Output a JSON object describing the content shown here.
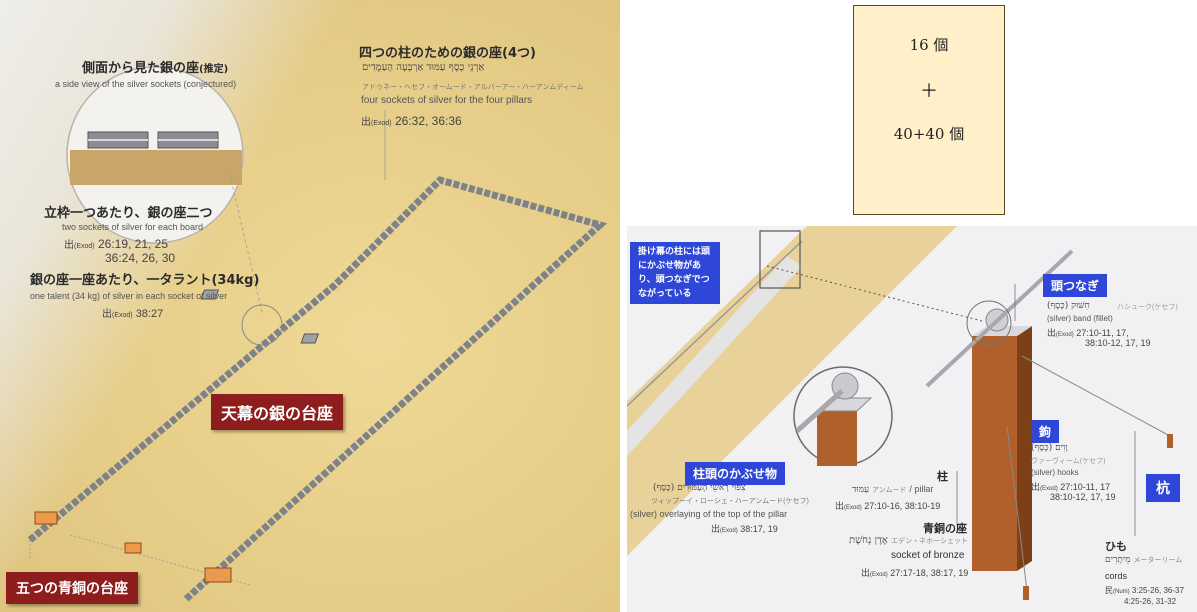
{
  "left_panel": {
    "side_view_title": "側面から見た銀の座",
    "side_view_note": "(推定)",
    "side_view_en": "a side view of the silver sockets (conjectured)",
    "four_sockets_title": "四つの柱のための銀の座(4つ)",
    "four_sockets_hebrew": "אַרְנֵי כֶסֶף עַמּוּד אַרְבָּעָה הָעַמֻּדִים",
    "four_sockets_reading": "アドゥネー・ヘセフ・オームード・アルバーアー・ハーアンムディーム",
    "four_sockets_en": "four sockets of silver for the four pillars",
    "four_sockets_ref_prefix": "出",
    "four_sockets_ref_book": "(Exod)",
    "four_sockets_ref": "26:32, 36:36",
    "two_sockets_title": "立枠一つあたり、銀の座二つ",
    "two_sockets_en": "two sockets of silver for each board",
    "two_sockets_ref_prefix": "出",
    "two_sockets_ref_book": "(Exod)",
    "two_sockets_ref_1": "26:19, 21, 25",
    "two_sockets_ref_2": "36:24, 26, 30",
    "talent_title": "銀の座一座あたり、一タラント(34kg)",
    "talent_en": "one talent (34 kg) of silver in each socket of silver",
    "talent_ref_prefix": "出",
    "talent_ref_book": "(Exod)",
    "talent_ref": "38:27",
    "silver_base_label": "天幕の銀の台座",
    "bronze_base_label": "五つの青銅の台座"
  },
  "count_box": {
    "line1": "16 個",
    "plus": "＋",
    "line2": "40+40 個"
  },
  "right_panel": {
    "intro_label": "掛け幕の柱には頭にかぶせ物があり、頭つなぎでつながっている",
    "band_label": "頭つなぎ",
    "band_hebrew": "חִשּׁוּק (כֶּסֶף)",
    "band_reading": "ハシューク(ケセフ)",
    "band_en": "(silver) band (fillet)",
    "band_ref_prefix": "出",
    "band_ref_book": "(Exod)",
    "band_ref_1": "27:10-11, 17,",
    "band_ref_2": "38:10-12, 17, 19",
    "hooks_label": "鉤",
    "hooks_hebrew": "וָוִים (כֶּסֶף)",
    "hooks_reading": "ヴァーヴィーム(ケセフ)",
    "hooks_en": "(silver) hooks",
    "hooks_ref_prefix": "出",
    "hooks_ref_book": "(Exod)",
    "hooks_ref_1": "27:10-11, 17",
    "hooks_ref_2": "38:10-12, 17, 19",
    "peg_label": "杭",
    "capital_label": "柱頭のかぶせ物",
    "capital_hebrew": "צִפּוּי רָאשֵׁי הָעַמּוּדִים (כֶּסֶף)",
    "capital_reading": "ツィップーイ・ローシェ・ハーアンムード(ケセフ)",
    "capital_en": "(silver) overlaying of the top of the pillar",
    "capital_ref_prefix": "出",
    "capital_ref_book": "(Exod)",
    "capital_ref": "38:17, 19",
    "pillar_label": "柱",
    "pillar_hebrew": "עַמּוּד",
    "pillar_reading": "アンムード",
    "pillar_en": "/ pillar",
    "pillar_ref_prefix": "出",
    "pillar_ref_book": "(Exod)",
    "pillar_ref": "27:10-16, 38:10-19",
    "bronze_socket_label": "青銅の座",
    "bronze_socket_hebrew": "אֶדֶן נְחֹשֶׁת",
    "bronze_socket_reading": "エデン・ネホーシェット",
    "bronze_socket_en": "socket of bronze",
    "bronze_socket_ref_prefix": "出",
    "bronze_socket_ref_book": "(Exod)",
    "bronze_socket_ref": "27:17-18, 38:17, 19",
    "cords_label": "ひも",
    "cords_hebrew": "מֵיתָרִים",
    "cords_reading": "メーターリーム",
    "cords_en": "cords",
    "cords_ref_prefix": "民",
    "cords_ref_book": "(Num)",
    "cords_ref_1": "3:25-26, 36-37",
    "cords_ref_2": "4:25-26, 31-32"
  },
  "colors": {
    "red_label": "#8e1e1e",
    "blue_label": "#2f47d8",
    "sand": "#e7cf8a",
    "count_box_bg": "#fff0c9",
    "pillar_wood": "#b0602a"
  }
}
